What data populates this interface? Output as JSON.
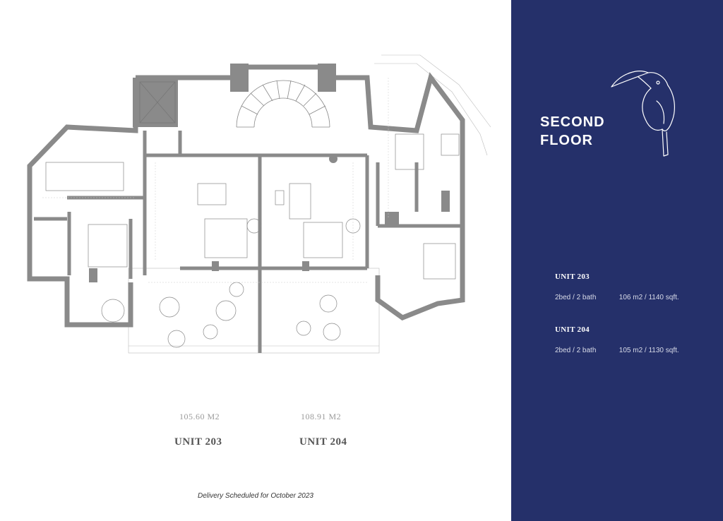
{
  "plan": {
    "left_area": "105.60 M2",
    "left_unit": "UNIT 203",
    "right_area": "108.91 M2",
    "right_unit": "UNIT 204",
    "delivery": "Delivery Scheduled for October 2023"
  },
  "panel": {
    "title_line1": "SECOND",
    "title_line2": "FLOOR",
    "units": [
      {
        "name": "UNIT 203",
        "beds": "2bed / 2 bath",
        "size": "106 m2 / 1140 sqft."
      },
      {
        "name": "UNIT 204",
        "beds": "2bed / 2 bath",
        "size": "105 m2 / 1130 sqft."
      }
    ]
  },
  "colors": {
    "panel_bg": "#25306a",
    "wall": "#8a8a8a",
    "text_muted": "#9a9a9a"
  },
  "icons": [
    "hornbill-bird-logo",
    "spiral-staircase-icon"
  ]
}
